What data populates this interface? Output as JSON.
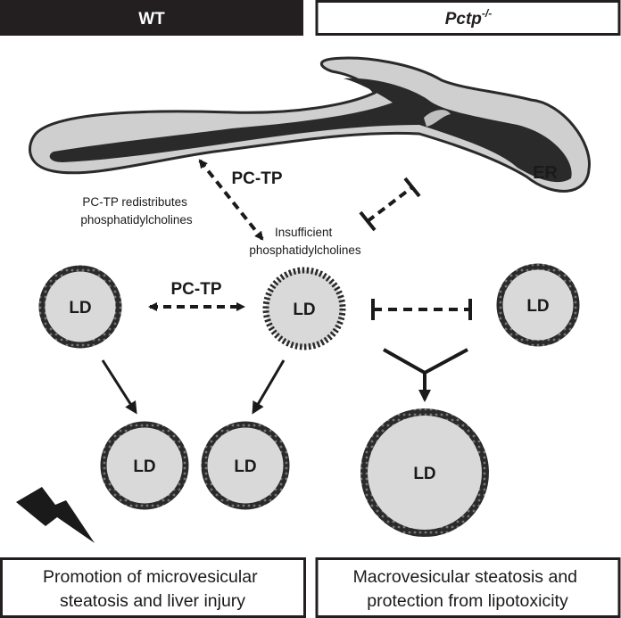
{
  "header": {
    "wt": "WT",
    "ko_base": "Pctp",
    "ko_sup": "-/-"
  },
  "er_label": "ER",
  "pctp_label": "PC-TP",
  "redistributes": {
    "line1": "PC-TP redistributes",
    "line2": "phosphatidylcholines"
  },
  "insufficient": {
    "line1": "Insufficient",
    "line2": "phosphatidylcholines"
  },
  "ld_label": "LD",
  "footer": {
    "left": {
      "line1": "Promotion of microvesicular",
      "line2": "steatosis and liver injury"
    },
    "right": {
      "line1": "Macrovesicular steatosis and",
      "line2": "protection from lipotoxicity"
    }
  },
  "colors": {
    "header_wt_bg": "#231f20",
    "ld_fill": "#d9d9d9",
    "er_fill": "#cfcfcf",
    "er_lumen": "#2a2a2a"
  }
}
